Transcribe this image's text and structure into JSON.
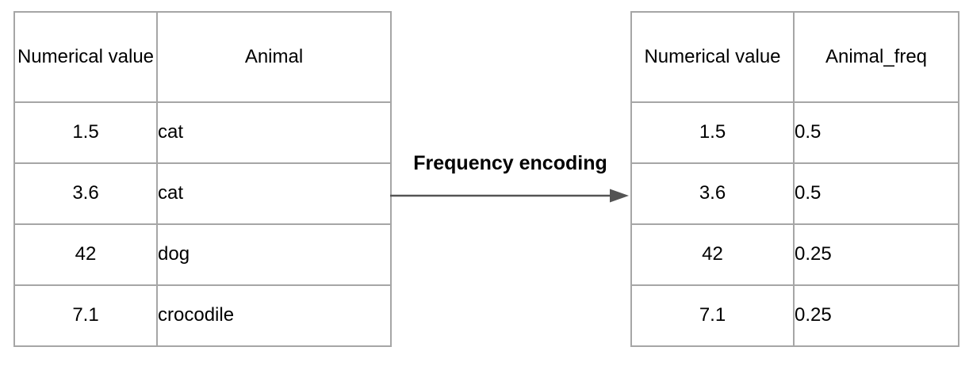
{
  "diagram": {
    "arrow_label": "Frequency encoding"
  },
  "left_table": {
    "headers": [
      "Numerical value",
      "Animal"
    ],
    "rows": [
      [
        "1.5",
        "cat"
      ],
      [
        "3.6",
        "cat"
      ],
      [
        "42",
        "dog"
      ],
      [
        "7.1",
        "crocodile"
      ]
    ]
  },
  "right_table": {
    "headers": [
      "Numerical value",
      "Animal_freq"
    ],
    "rows": [
      [
        "1.5",
        "0.5"
      ],
      [
        "3.6",
        "0.5"
      ],
      [
        "42",
        "0.25"
      ],
      [
        "7.1",
        "0.25"
      ]
    ]
  },
  "colors": {
    "table_border": "#a6a6a6",
    "arrow": "#545454",
    "text": "#000000",
    "bg": "#ffffff"
  }
}
